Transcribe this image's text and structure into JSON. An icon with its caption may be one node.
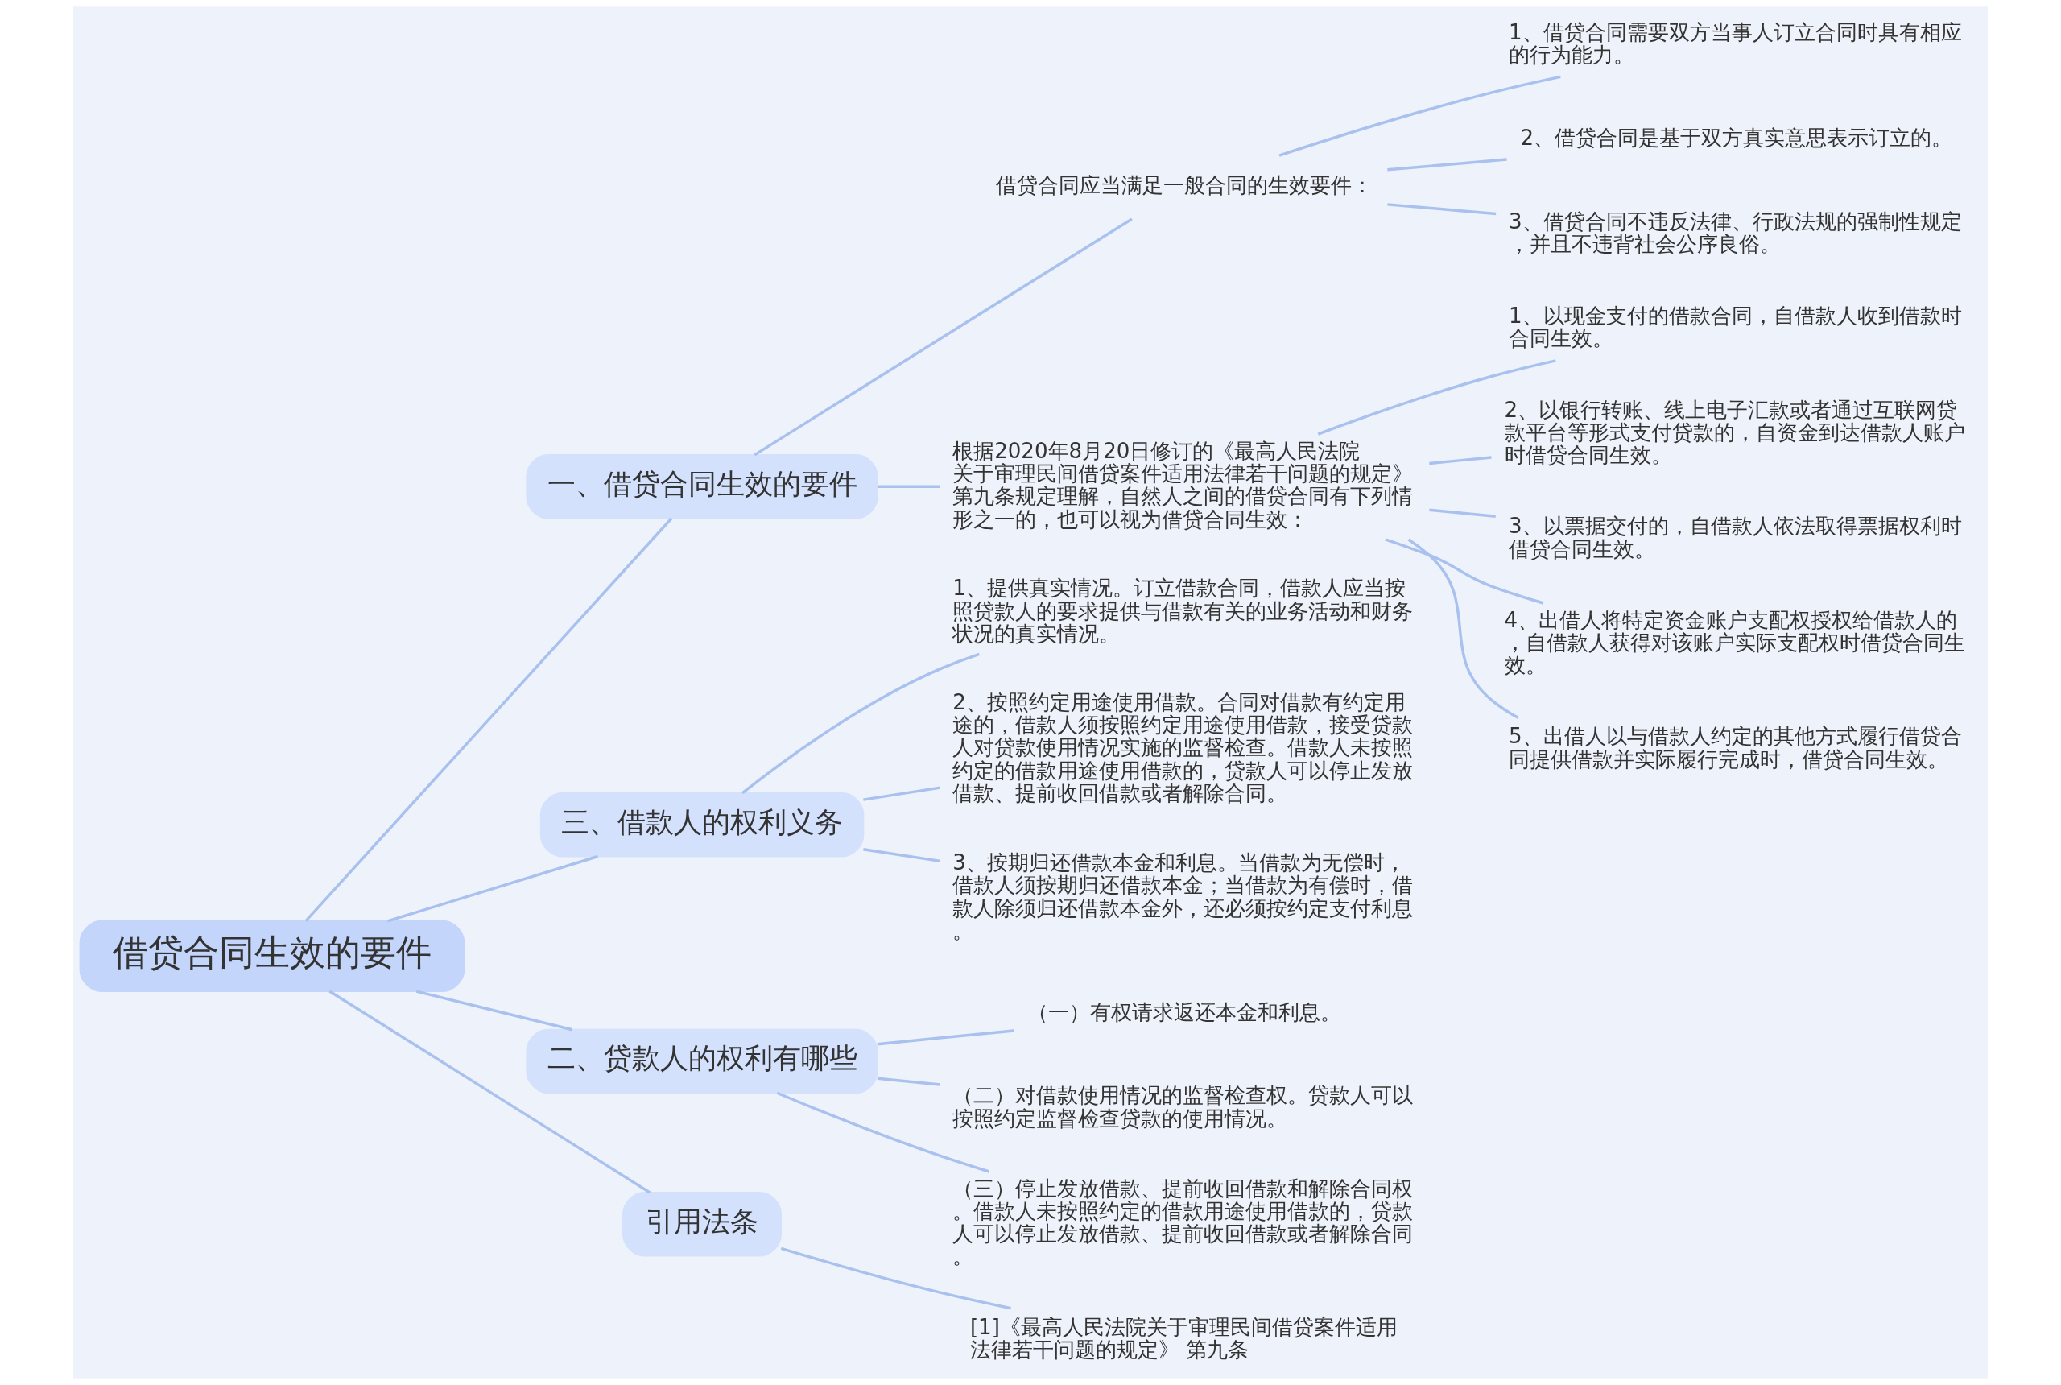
{
  "diagram": {
    "nodes": [
      {
        "text": [
          "借贷合同生效的要件"
        ]
      },
      {
        "text": [
          "一、借贷合同生效的要件"
        ]
      },
      {
        "text": [
          "借贷合同应当满足一般合同的生效要件："
        ]
      },
      {
        "text": [
          "1、借贷合同需要双方当事人订立合同时具有相应的行为能力。"
        ]
      },
      {
        "text": [
          "2、借贷合同是基于双方真实意思表示订立的。"
        ]
      },
      {
        "text": [
          "3、借贷合同不违反法律、行政法规的强制性规定，并且不违背社会公序良俗。"
        ]
      },
      {
        "text": [
          "根据2020年8月20日修订的《最高人民法院关于审理民间借贷案件适用法律若干问题的规定》第九条规定理解，自然人之间的借贷合同有下列情形之一的，也可以视为借贷合同生效："
        ]
      },
      {
        "text": [
          "1、以现金支付的借款合同，自借款人收到借款时合同生效。"
        ]
      },
      {
        "text": [
          "2、以银行转账、线上电子汇款或者通过互联网贷款平台等形式支付贷款的，自资金到达借款人账户时借贷合同生效。"
        ]
      },
      {
        "text": [
          "3、以票据交付的，自借款人依法取得票据权利时借贷合同生效。"
        ]
      },
      {
        "text": [
          "4、出借人将特定资金账户支配权授权给借款人的，自借款人获得对该账户实际支配权时借贷合同生效。"
        ]
      },
      {
        "text": [
          "5、出借人以与借款人约定的其他方式履行借贷合同提供借款并实际履行完成时，借贷合同生效。"
        ]
      },
      {
        "text": [
          "三、借款人的权利义务"
        ]
      },
      {
        "text": [
          "1、提供真实情况。订立借款合同，借款人应当按照贷款人的要求提供与借款有关的业务活动和财务状况的真实情况。"
        ]
      },
      {
        "text": [
          "2、按照约定用途使用借款。合同对借款有约定用途的，借款人须按照约定用途使用借款，接受贷款人对贷款使用情况实施的监督检查。借款人未按照约定的借款用途使用借款的，贷款人可以停止发放借款、提前收回借款或者解除合同。"
        ]
      },
      {
        "text": [
          "3、按期归还借款本金和利息。当借款为无偿时，借款人须按期归还借款本金；当借款为有偿时，借款人除须归还借款本金外，还必须按约定支付利息。"
        ]
      },
      {
        "text": [
          "二、贷款人的权利有哪些"
        ]
      },
      {
        "text": [
          "（一）有权请求返还本金和利息。"
        ]
      },
      {
        "text": [
          "（二）对借款使用情况的监督检查权。贷款人可以按照约定监督检查贷款的使用情况。"
        ]
      },
      {
        "text": [
          "（三）停止发放借款、提前收回借款和解除合同权。借款人未按照约定的借款用途使用借款的，贷款人可以停止发放借款、提前收回借款或者解除合同。"
        ]
      },
      {
        "text": [
          "引用法条"
        ]
      },
      {
        "text": [
          "[1]《最高人民法院关于审理民间借贷案件适用法律若干问题的规定》 第九条"
        ]
      }
    ],
    "edges": [
      {
        "from": 0,
        "to": 1,
        "arrow": "none"
      },
      {
        "from": 1,
        "to": 2,
        "arrow": "none"
      },
      {
        "from": 2,
        "to": 3,
        "arrow": "none"
      },
      {
        "from": 2,
        "to": 4,
        "arrow": "none"
      },
      {
        "from": 2,
        "to": 5,
        "arrow": "none"
      },
      {
        "from": 1,
        "to": 6,
        "arrow": "none"
      },
      {
        "from": 6,
        "to": 7,
        "arrow": "none"
      },
      {
        "from": 6,
        "to": 8,
        "arrow": "none"
      },
      {
        "from": 6,
        "to": 9,
        "arrow": "none"
      },
      {
        "from": 6,
        "to": 10,
        "arrow": "none"
      },
      {
        "from": 6,
        "to": 11,
        "arrow": "none"
      },
      {
        "from": 0,
        "to": 12,
        "arrow": "none"
      },
      {
        "from": 12,
        "to": 13,
        "arrow": "none"
      },
      {
        "from": 12,
        "to": 14,
        "arrow": "none"
      },
      {
        "from": 12,
        "to": 15,
        "arrow": "none"
      },
      {
        "from": 0,
        "to": 16,
        "arrow": "none"
      },
      {
        "from": 16,
        "to": 17,
        "arrow": "none"
      },
      {
        "from": 16,
        "to": 18,
        "arrow": "none"
      },
      {
        "from": 16,
        "to": 19,
        "arrow": "none"
      },
      {
        "from": 0,
        "to": 20,
        "arrow": "none"
      },
      {
        "from": 20,
        "to": 21,
        "arrow": "none"
      }
    ]
  }
}
